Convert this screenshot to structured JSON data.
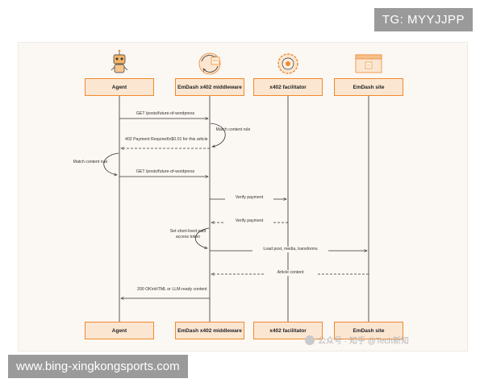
{
  "participants": [
    {
      "id": "agent",
      "label": "Agent",
      "icon": "robot-icon"
    },
    {
      "id": "middleware",
      "label": "EmDash x402 middleware",
      "icon": "refresh-cycle-icon"
    },
    {
      "id": "facilitator",
      "label": "x402 facilitator",
      "icon": "gear-ring-icon"
    },
    {
      "id": "site",
      "label": "EmDash site",
      "icon": "browser-window-icon"
    }
  ],
  "messages": [
    {
      "from": "agent",
      "to": "middleware",
      "text": "GET /posts/future-of-wordpress",
      "style": "solid"
    },
    {
      "from": "middleware",
      "to": "agent",
      "text": "402 Payment Required\\n$0.01 for this article",
      "style": "dashed"
    },
    {
      "from": "agent",
      "to": "middleware",
      "text": "GET /posts/future-of-wordpress",
      "style": "solid"
    },
    {
      "from": "middleware",
      "to": "facilitator",
      "text": "Verify payment",
      "style": "solid"
    },
    {
      "from": "facilitator",
      "to": "middleware",
      "text": "Verify payment",
      "style": "dashed"
    },
    {
      "from": "middleware",
      "to": "site",
      "text": "Load post, media, transforms",
      "style": "solid"
    },
    {
      "from": "site",
      "to": "middleware",
      "text": "Article content",
      "style": "dashed"
    },
    {
      "from": "middleware",
      "to": "agent",
      "text": "200 OK\\nHTML or LLM-ready content",
      "style": "solid"
    }
  ],
  "notes": [
    {
      "on": "middleware",
      "text": "Match content rule"
    },
    {
      "on": "agent",
      "text": "Match content rule"
    },
    {
      "on": "middleware",
      "text": "Set short-lived paid access token"
    }
  ],
  "overlay": {
    "tg_badge": "TG: MYYJJPP",
    "url_badge": "www.bing-xingkongsports.com",
    "watermark": "公众号 · 知乎 @Tech新知"
  },
  "colors": {
    "accent": "#f08a2b",
    "box_fill": "#fbe6d2",
    "line": "#333333"
  }
}
